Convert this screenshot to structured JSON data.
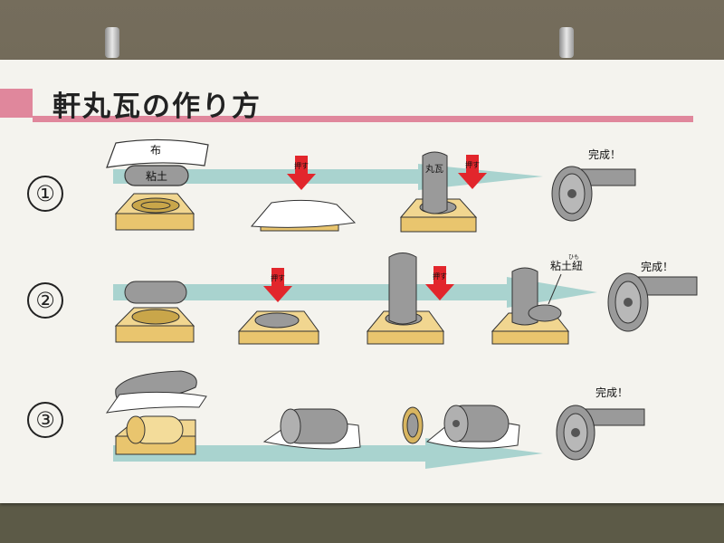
{
  "title": "軒丸瓦の作り方",
  "rows": [
    {
      "number": "①",
      "cloth_label": "布",
      "clay_label": "粘土",
      "press_label": "押す",
      "tile_label": "丸瓦",
      "done_label": "完成！"
    },
    {
      "number": "②",
      "press_label": "押す",
      "coil_label": "粘土紐",
      "coil_ruby": "ひも",
      "done_label": "完成！"
    },
    {
      "number": "③",
      "done_label": "完成！"
    }
  ],
  "colors": {
    "pink": "#e0879c",
    "teal": "#a9d3cf",
    "mold": "#e9c56e",
    "clay": "#9a9a9a",
    "press_arrow": "#e2262c"
  }
}
